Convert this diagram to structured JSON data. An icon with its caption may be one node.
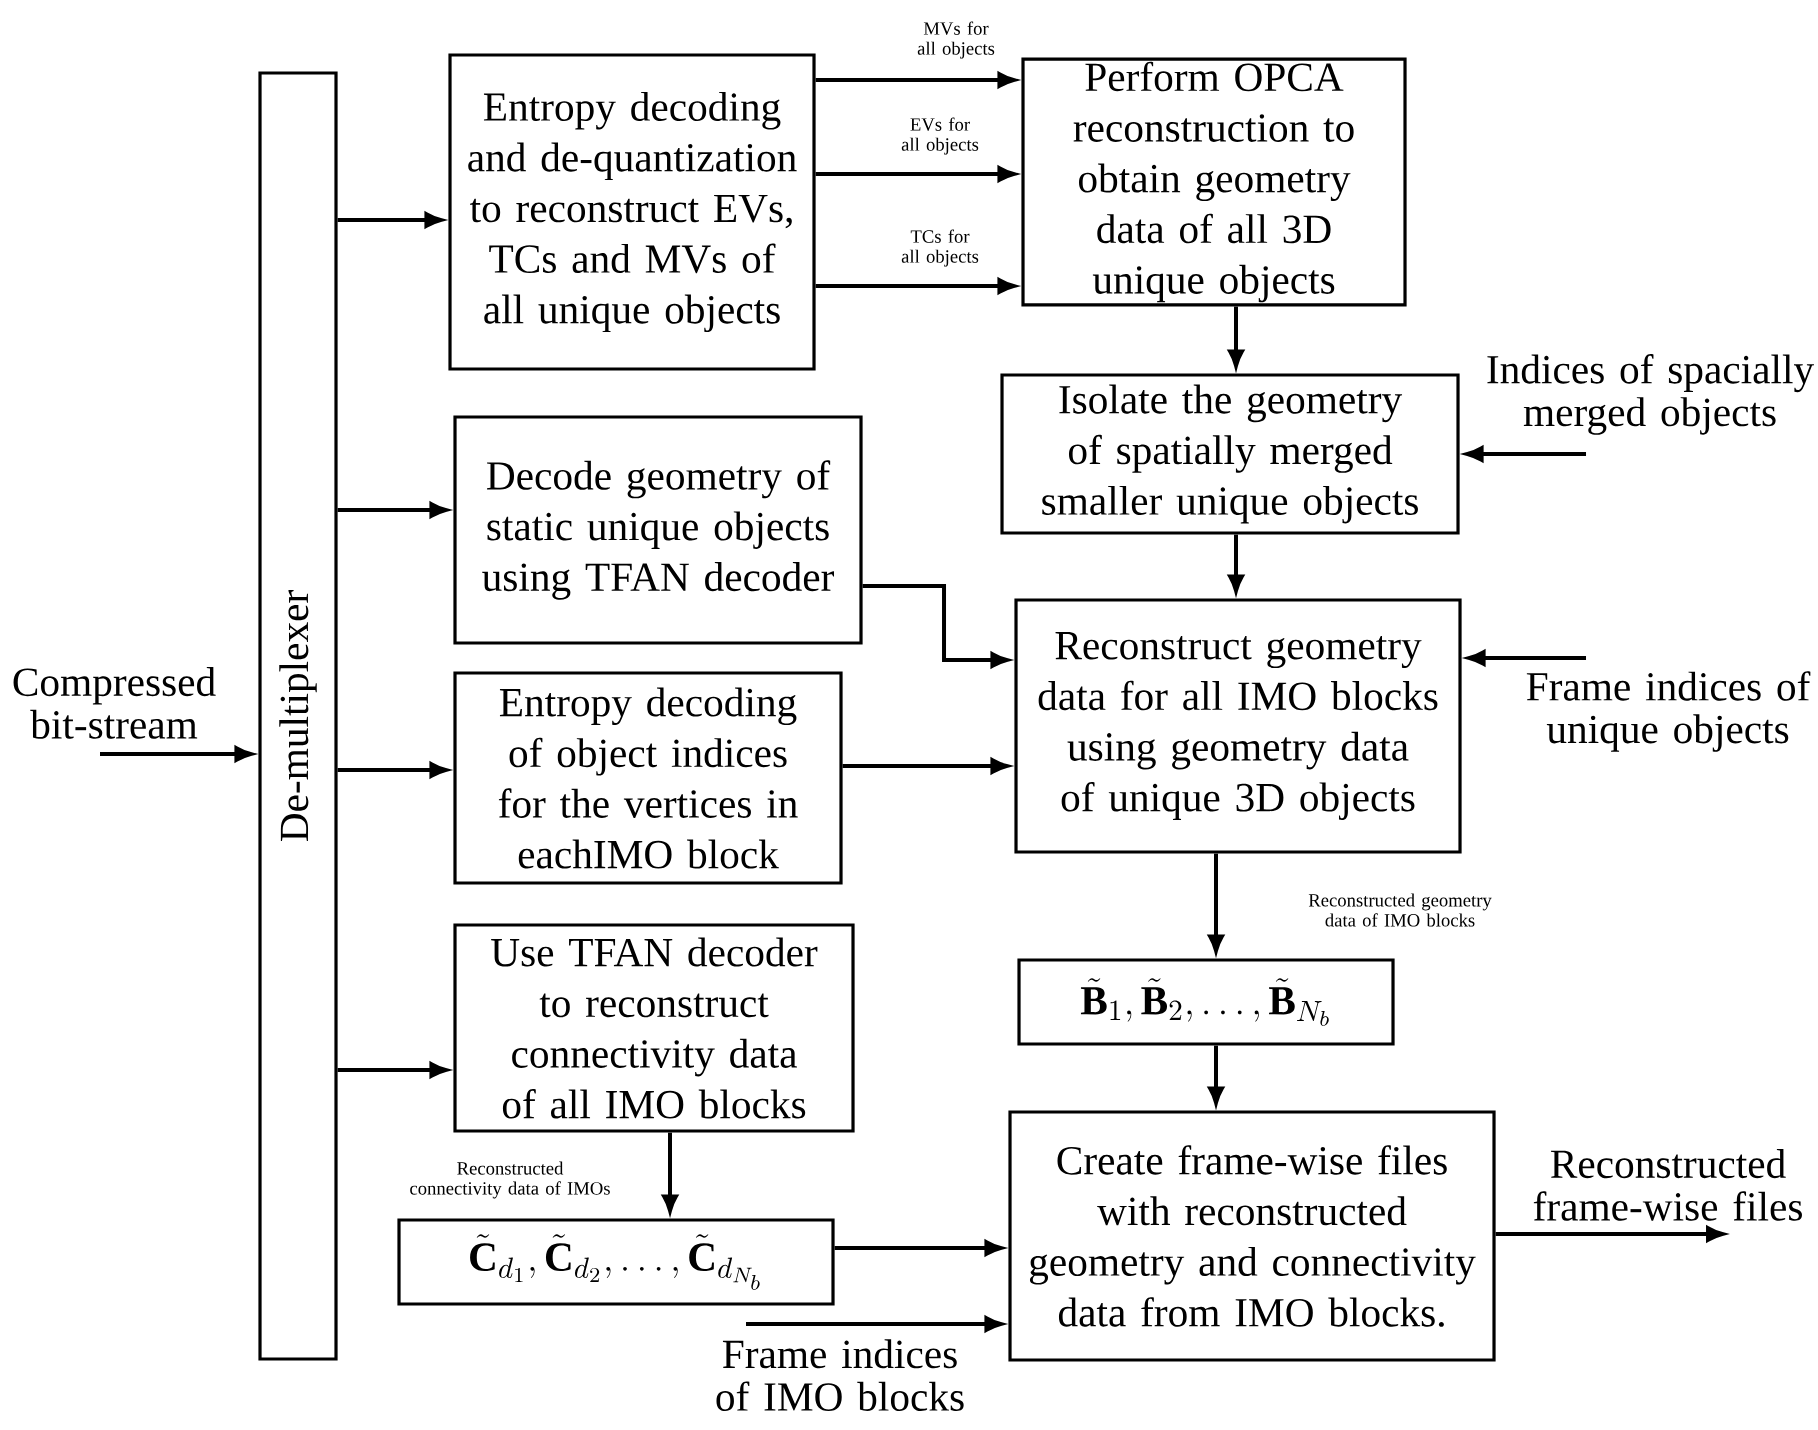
{
  "diagram": {
    "nodes": [
      {
        "text": [
          "De-multiplexer"
        ]
      },
      {
        "text": [
          "Entropy decoding and de-quantization to reconstruct EVs, TCs and MVs of all unique objects"
        ]
      },
      {
        "text": [
          "Perform OPCA reconstruction to obtain geometry data of all 3D unique objects"
        ]
      },
      {
        "text": [
          "Isolate the geometry of spatially merged smaller unique objects"
        ]
      },
      {
        "text": [
          "Decode geometry of static unique objects using TFAN decoder"
        ]
      },
      {
        "text": [
          "Entropy decoding of object indices for the vertices in eachIMO block"
        ]
      },
      {
        "text": [
          "Reconstruct geometry data for all IMO blocks using geometry data of unique 3D objects"
        ]
      },
      {
        "text": [
          "\\tilde{\\mathbf{B}}_1, \\tilde{\\mathbf{B}}_2, \\ldots, \\tilde{\\mathbf{B}}_{N_b}"
        ]
      },
      {
        "text": [
          "Use TFAN decoder to reconstruct connectivity data of all IMO blocks"
        ]
      },
      {
        "text": [
          "\\tilde{\\mathbf{C}}_{d_1}, \\tilde{\\mathbf{C}}_{d_2}, \\ldots, \\tilde{\\mathbf{C}}_{d_{N_b}}"
        ]
      },
      {
        "text": [
          "Create frame-wise files with reconstructed geometry and connectivity data from IMO blocks."
        ]
      },
      {
        "text": [
          "Compressed bit-stream"
        ]
      },
      {
        "text": [
          "Indices of spacially merged objects"
        ]
      },
      {
        "text": [
          "Frame indices of unique objects"
        ]
      },
      {
        "text": [
          "Reconstructed frame-wise files"
        ]
      },
      {
        "text": [
          "Frame indices of IMO blocks"
        ]
      }
    ],
    "edges": [
      {
        "from": 11,
        "to": 0,
        "arrow": "to"
      },
      {
        "from": 0,
        "to": 1,
        "arrow": "to"
      },
      {
        "from": 0,
        "to": 4,
        "arrow": "to"
      },
      {
        "from": 0,
        "to": 5,
        "arrow": "to"
      },
      {
        "from": 0,
        "to": 8,
        "arrow": "to"
      },
      {
        "from": 1,
        "to": 2,
        "arrow": "to",
        "label": "MVs for all objects"
      },
      {
        "from": 1,
        "to": 2,
        "arrow": "to",
        "label": "EVs for all objects"
      },
      {
        "from": 1,
        "to": 2,
        "arrow": "to",
        "label": "TCs for all objects"
      },
      {
        "from": 2,
        "to": 3,
        "arrow": "to"
      },
      {
        "from": 12,
        "to": 3,
        "arrow": "to"
      },
      {
        "from": 3,
        "to": 6,
        "arrow": "to"
      },
      {
        "from": 4,
        "to": 6,
        "arrow": "to"
      },
      {
        "from": 5,
        "to": 6,
        "arrow": "to"
      },
      {
        "from": 13,
        "to": 6,
        "arrow": "to"
      },
      {
        "from": 6,
        "to": 7,
        "arrow": "to",
        "label": "Reconstructed geometry data of IMO blocks"
      },
      {
        "from": 8,
        "to": 9,
        "arrow": "to",
        "label": "Reconstructed connectivity data of IMOs"
      },
      {
        "from": 7,
        "to": 10,
        "arrow": "to"
      },
      {
        "from": 9,
        "to": 10,
        "arrow": "to"
      },
      {
        "from": 15,
        "to": 10,
        "arrow": "to"
      },
      {
        "from": 10,
        "to": 14,
        "arrow": "to"
      }
    ]
  }
}
